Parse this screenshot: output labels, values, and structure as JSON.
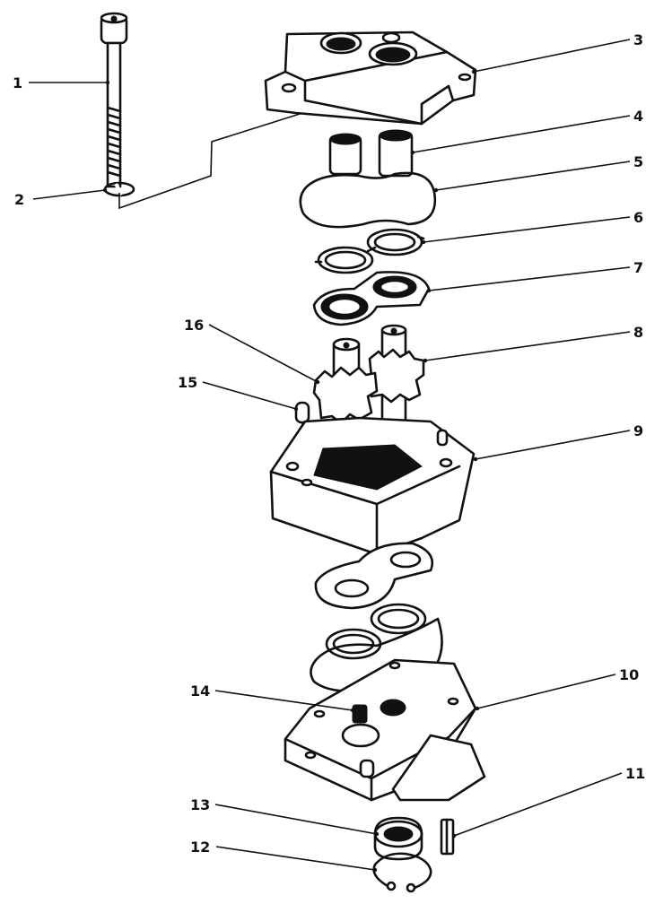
{
  "callouts": [
    {
      "id": "c1",
      "label": "1"
    },
    {
      "id": "c2",
      "label": "2"
    },
    {
      "id": "c3",
      "label": "3"
    },
    {
      "id": "c4",
      "label": "4"
    },
    {
      "id": "c5",
      "label": "5"
    },
    {
      "id": "c6",
      "label": "6"
    },
    {
      "id": "c7",
      "label": "7"
    },
    {
      "id": "c8",
      "label": "8"
    },
    {
      "id": "c9",
      "label": "9"
    },
    {
      "id": "c10",
      "label": "10"
    },
    {
      "id": "c11",
      "label": "11"
    },
    {
      "id": "c12",
      "label": "12"
    },
    {
      "id": "c13",
      "label": "13"
    },
    {
      "id": "c14",
      "label": "14"
    },
    {
      "id": "c15",
      "label": "15"
    },
    {
      "id": "c16",
      "label": "16"
    }
  ],
  "colors": {
    "ink": "#111111",
    "paper": "#ffffff"
  }
}
